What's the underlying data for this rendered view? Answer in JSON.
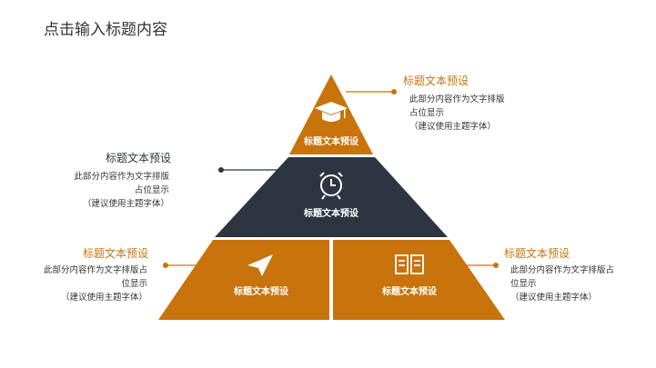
{
  "page_title": "点击输入标题内容",
  "colors": {
    "accent": "#c8730b",
    "dark": "#2e3440"
  },
  "pyramid": [
    {
      "label": "标题文本预设",
      "icon": "graduation-cap-icon"
    },
    {
      "label": "标题文本预设",
      "icon": "alarm-clock-icon"
    },
    {
      "label": "标题文本预设",
      "icon": "paper-plane-icon"
    },
    {
      "label": "标题文本预设",
      "icon": "open-book-icon"
    }
  ],
  "callouts": [
    {
      "heading": "标题文本预设",
      "line1": "此部分内容作为文字排版",
      "line2": "占位显示",
      "line3": "（建议使用主题字体）"
    },
    {
      "heading": "标题文本预设",
      "line1": "此部分内容作为文字排版",
      "line2": "占位显示",
      "line3": "（建议使用主题字体）"
    },
    {
      "heading": "标题文本预设",
      "line1": "此部分内容作为文字排版占",
      "line2": "位显示",
      "line3": "（建议使用主题字体）"
    },
    {
      "heading": "标题文本预设",
      "line1": "此部分内容作为文字排版占",
      "line2": "位显示",
      "line3": "（建议使用主题字体）"
    }
  ]
}
